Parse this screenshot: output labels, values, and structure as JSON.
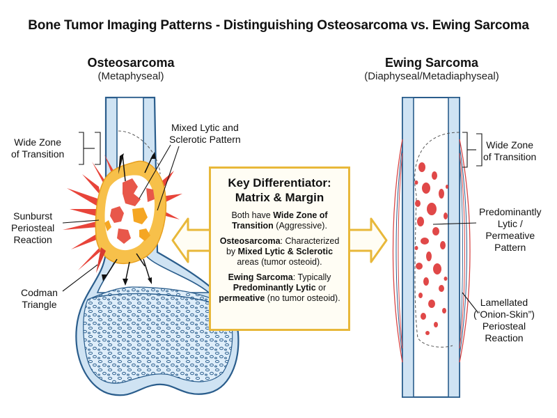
{
  "title": "Bone Tumor Imaging Patterns - Distinguishing Osteosarcoma vs. Ewing Sarcoma",
  "osteosarcoma": {
    "heading": "Osteosarcoma",
    "subheading": "(Metaphyseal)",
    "labels": {
      "wide_zone": [
        "Wide Zone",
        "of Transition"
      ],
      "mixed_pattern": [
        "Mixed Lytic and",
        "Sclerotic Pattern"
      ],
      "sunburst": [
        "Sunburst",
        "Periosteal",
        "Reaction"
      ],
      "codman": [
        "Codman",
        "Triangle"
      ]
    }
  },
  "ewing": {
    "heading": "Ewing Sarcoma",
    "subheading": "(Diaphyseal/Metadiaphyseal)",
    "labels": {
      "wide_zone": [
        "Wide Zone",
        "of Transition"
      ],
      "lytic_pattern": [
        "Predominantly",
        "Lytic /",
        "Permeative",
        "Pattern"
      ],
      "lamellated": [
        "Lamellated",
        "(“Onion-Skin”)",
        "Periosteal",
        "Reaction"
      ]
    }
  },
  "key": {
    "title_line1": "Key Differentiator:",
    "title_line2": "Matrix & Margin",
    "p1_pre": "Both have ",
    "p1_bold": "Wide Zone of Transition",
    "p1_post": " (Aggressive).",
    "p2_bold1": "Osteosarcoma",
    "p2_mid": ": Characterized by ",
    "p2_bold2": "Mixed Lytic & Sclerotic",
    "p2_post": " areas (tumor osteoid).",
    "p3_bold1": "Ewing Sarcoma",
    "p3_mid": ": Typically ",
    "p3_bold2": "Predominantly Lytic",
    "p3_mid2": " or ",
    "p3_bold3": "permeative",
    "p3_post": " (no tumor osteoid)."
  },
  "colors": {
    "bone_fill": "#cfe3f3",
    "bone_stroke": "#2a5d8c",
    "tumor_orange": "#f5a623",
    "tumor_red": "#e8574a",
    "sunburst": "#e8443a",
    "key_border": "#e8b83a",
    "lesion_red": "#e04848"
  }
}
